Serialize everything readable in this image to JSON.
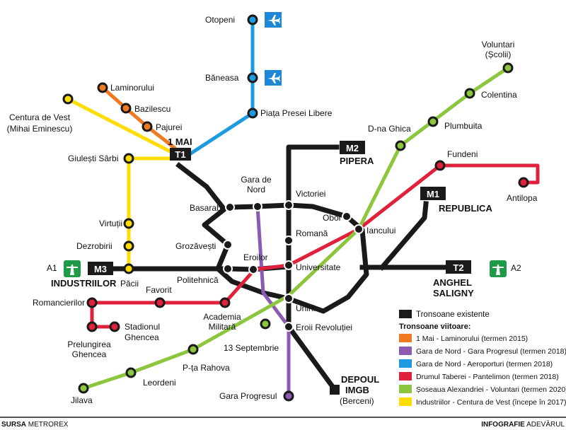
{
  "lines": {
    "existing": "#1a1a1a",
    "orange": "#f07a22",
    "purple": "#8a5bb0",
    "blue": "#1e9be0",
    "red": "#e0213b",
    "green": "#8cc63f",
    "yellow": "#ffdd00"
  },
  "icons": {
    "airport": "airplane-icon",
    "highway": "highway-icon"
  },
  "stations": {
    "otopeni": "Otopeni",
    "baneasa": "Băneasa",
    "piata_presei": "Piața Presei Libere",
    "laminorului": "Laminorului",
    "bazilescu": "Bazilescu",
    "pajurei": "Pajurei",
    "centura_vest": "Centura de Vest",
    "centura_vest_sub": "(Mihai Eminescu)",
    "giulesti": "Giulești Sârbi",
    "unu_mai": "1 MAI",
    "voluntari": "Voluntari",
    "voluntari_sub": "(Școlii)",
    "colentina": "Colentina",
    "plumbuita": "Plumbuita",
    "dna_ghica": "D-na Ghica",
    "fundeni": "Fundeni",
    "antilopa": "Antilopa",
    "pipera": "PIPERA",
    "republica": "REPUBLICA",
    "gara_nord_1": "Gara de",
    "gara_nord_2": "Nord",
    "victoriei": "Victoriei",
    "basarab": "Basarab",
    "obor": "Obor",
    "iancului": "Iancului",
    "romana": "Romană",
    "virtutii": "Virtuții",
    "dezrobirii": "Dezrobirii",
    "grozavesti": "Grozăvești",
    "eroilor": "Eroilor",
    "universitate": "Universitate",
    "industriilor": "INDUSTRIILOR",
    "pacii": "Păcii",
    "politehnica": "Politehnică",
    "anghel": "ANGHEL",
    "saligny": "SALIGNY",
    "romancierilor": "Romancierilor",
    "favorit": "Favorit",
    "academia_1": "Academia",
    "academia_2": "Militară",
    "unirii": "Unirii",
    "eroii_rev": "Eroii Revoluției",
    "stadionul_1": "Stadionul",
    "stadionul_2": "Ghencea",
    "prelungirea_1": "Prelungirea",
    "prelungirea_2": "Ghencea",
    "sept13": "13 Septembrie",
    "pta_rahova": "P-ța Rahova",
    "leordeni": "Leordeni",
    "jilava": "Jilava",
    "gara_progresul": "Gara Progresul",
    "depoul_1": "DEPOUL",
    "depoul_2": "IMGB",
    "depoul_3": "(Berceni)"
  },
  "badges": {
    "t1": "T1",
    "m2": "M2",
    "m1": "M1",
    "m3": "M3",
    "t2": "T2"
  },
  "highways": {
    "a1": "A1",
    "a2": "A2"
  },
  "legend": {
    "existing": "Tronsoane existente",
    "future_title": "Tronsoane viitoare:",
    "items": [
      "1 Mai - Laminorului (termen 2015)",
      "Gara de Nord - Gara Progresul (termen 2018)",
      "Gara de Nord - Aeroporturi (termen 2018)",
      "Drumul Taberei - Pantelimon (termen 2018)",
      "Șoseaua Alexandriei - Voluntari (termen 2020)",
      "Industriilor - Centura de Vest (începe în 2017)"
    ]
  },
  "footer": {
    "source_label": "SURSA",
    "source_value": "METROREX",
    "info_label": "INFOGRAFIE",
    "info_value": "ADEVĂRUL"
  }
}
